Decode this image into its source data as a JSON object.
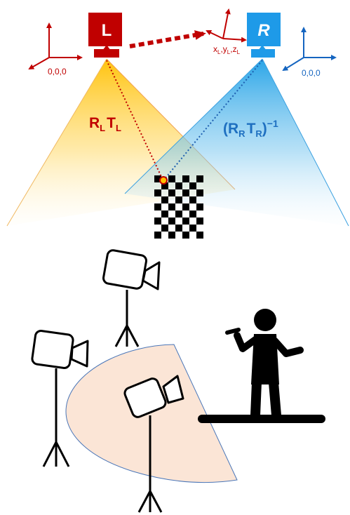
{
  "colors": {
    "left_camera": "#c00000",
    "right_camera": "#1e88e5",
    "right_axes": "#1565c0",
    "left_frustum": "#ffc000",
    "right_frustum": "#29a8ea",
    "salmon_region": "#fbe5d6",
    "region_stroke": "#4a76b8",
    "performer": "#000000"
  },
  "top_diagram": {
    "left_camera_label": "L",
    "right_camera_label": "R",
    "left_origin_label": "0,0,0",
    "right_origin_label": "0,0,0",
    "left_coords_label": {
      "x": "x",
      "x_sub": "L",
      "y": "y",
      "y_sub": "L",
      "z": "z",
      "z_sub": "L"
    },
    "left_transform_label": {
      "r": "R",
      "r_sub": "L",
      "t": "T",
      "t_sub": "L"
    },
    "right_transform_label": {
      "open": "(",
      "r": "R",
      "r_sub": "R",
      "t": "T",
      "t_sub": "R",
      "close": ")",
      "sup": "−1"
    },
    "icons": [
      "camera-icon",
      "axes-icon",
      "checkerboard-pattern-icon",
      "arrow-icon"
    ]
  },
  "bottom_scene": {
    "icons": [
      "video-camera-icon",
      "tripod-icon",
      "person-with-microphone-icon",
      "stage-platform-icon",
      "coverage-region"
    ]
  }
}
